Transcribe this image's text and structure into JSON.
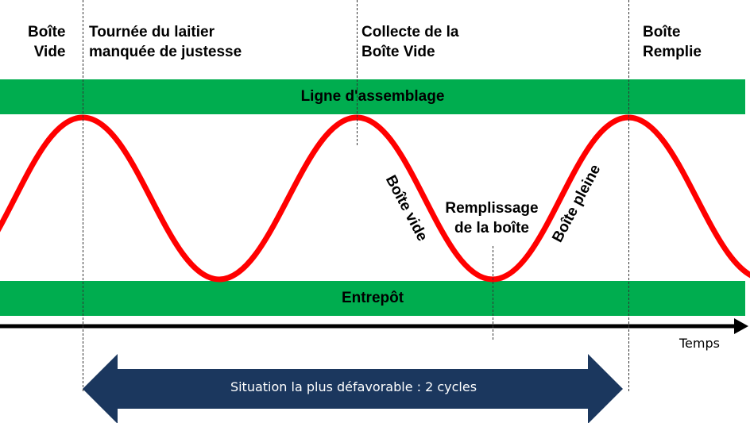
{
  "labels": {
    "boite_vide_top": [
      "Boîte",
      "Vide"
    ],
    "tournee": [
      "Tournée du laitier",
      "manquée de justesse"
    ],
    "collecte": [
      "Collecte de la",
      "Boîte Vide"
    ],
    "boite_remplie": [
      "Boîte",
      "Remplie"
    ],
    "remplissage": [
      "Remplissage",
      "de la boîte"
    ],
    "boite_vide_slope": "Boîte vide",
    "boite_pleine_slope": "Boîte pleine"
  },
  "bars": {
    "top": "Ligne d'assemblage",
    "bottom": "Entrepôt"
  },
  "axis": {
    "label": "Temps"
  },
  "span_arrow": {
    "label": "Situation la plus défavorable : 2 cycles"
  },
  "colors": {
    "bar_green": "#00ad4f",
    "curve_red": "#ff0000",
    "arrow_navy": "#1b375e",
    "axis_black": "#000000"
  }
}
